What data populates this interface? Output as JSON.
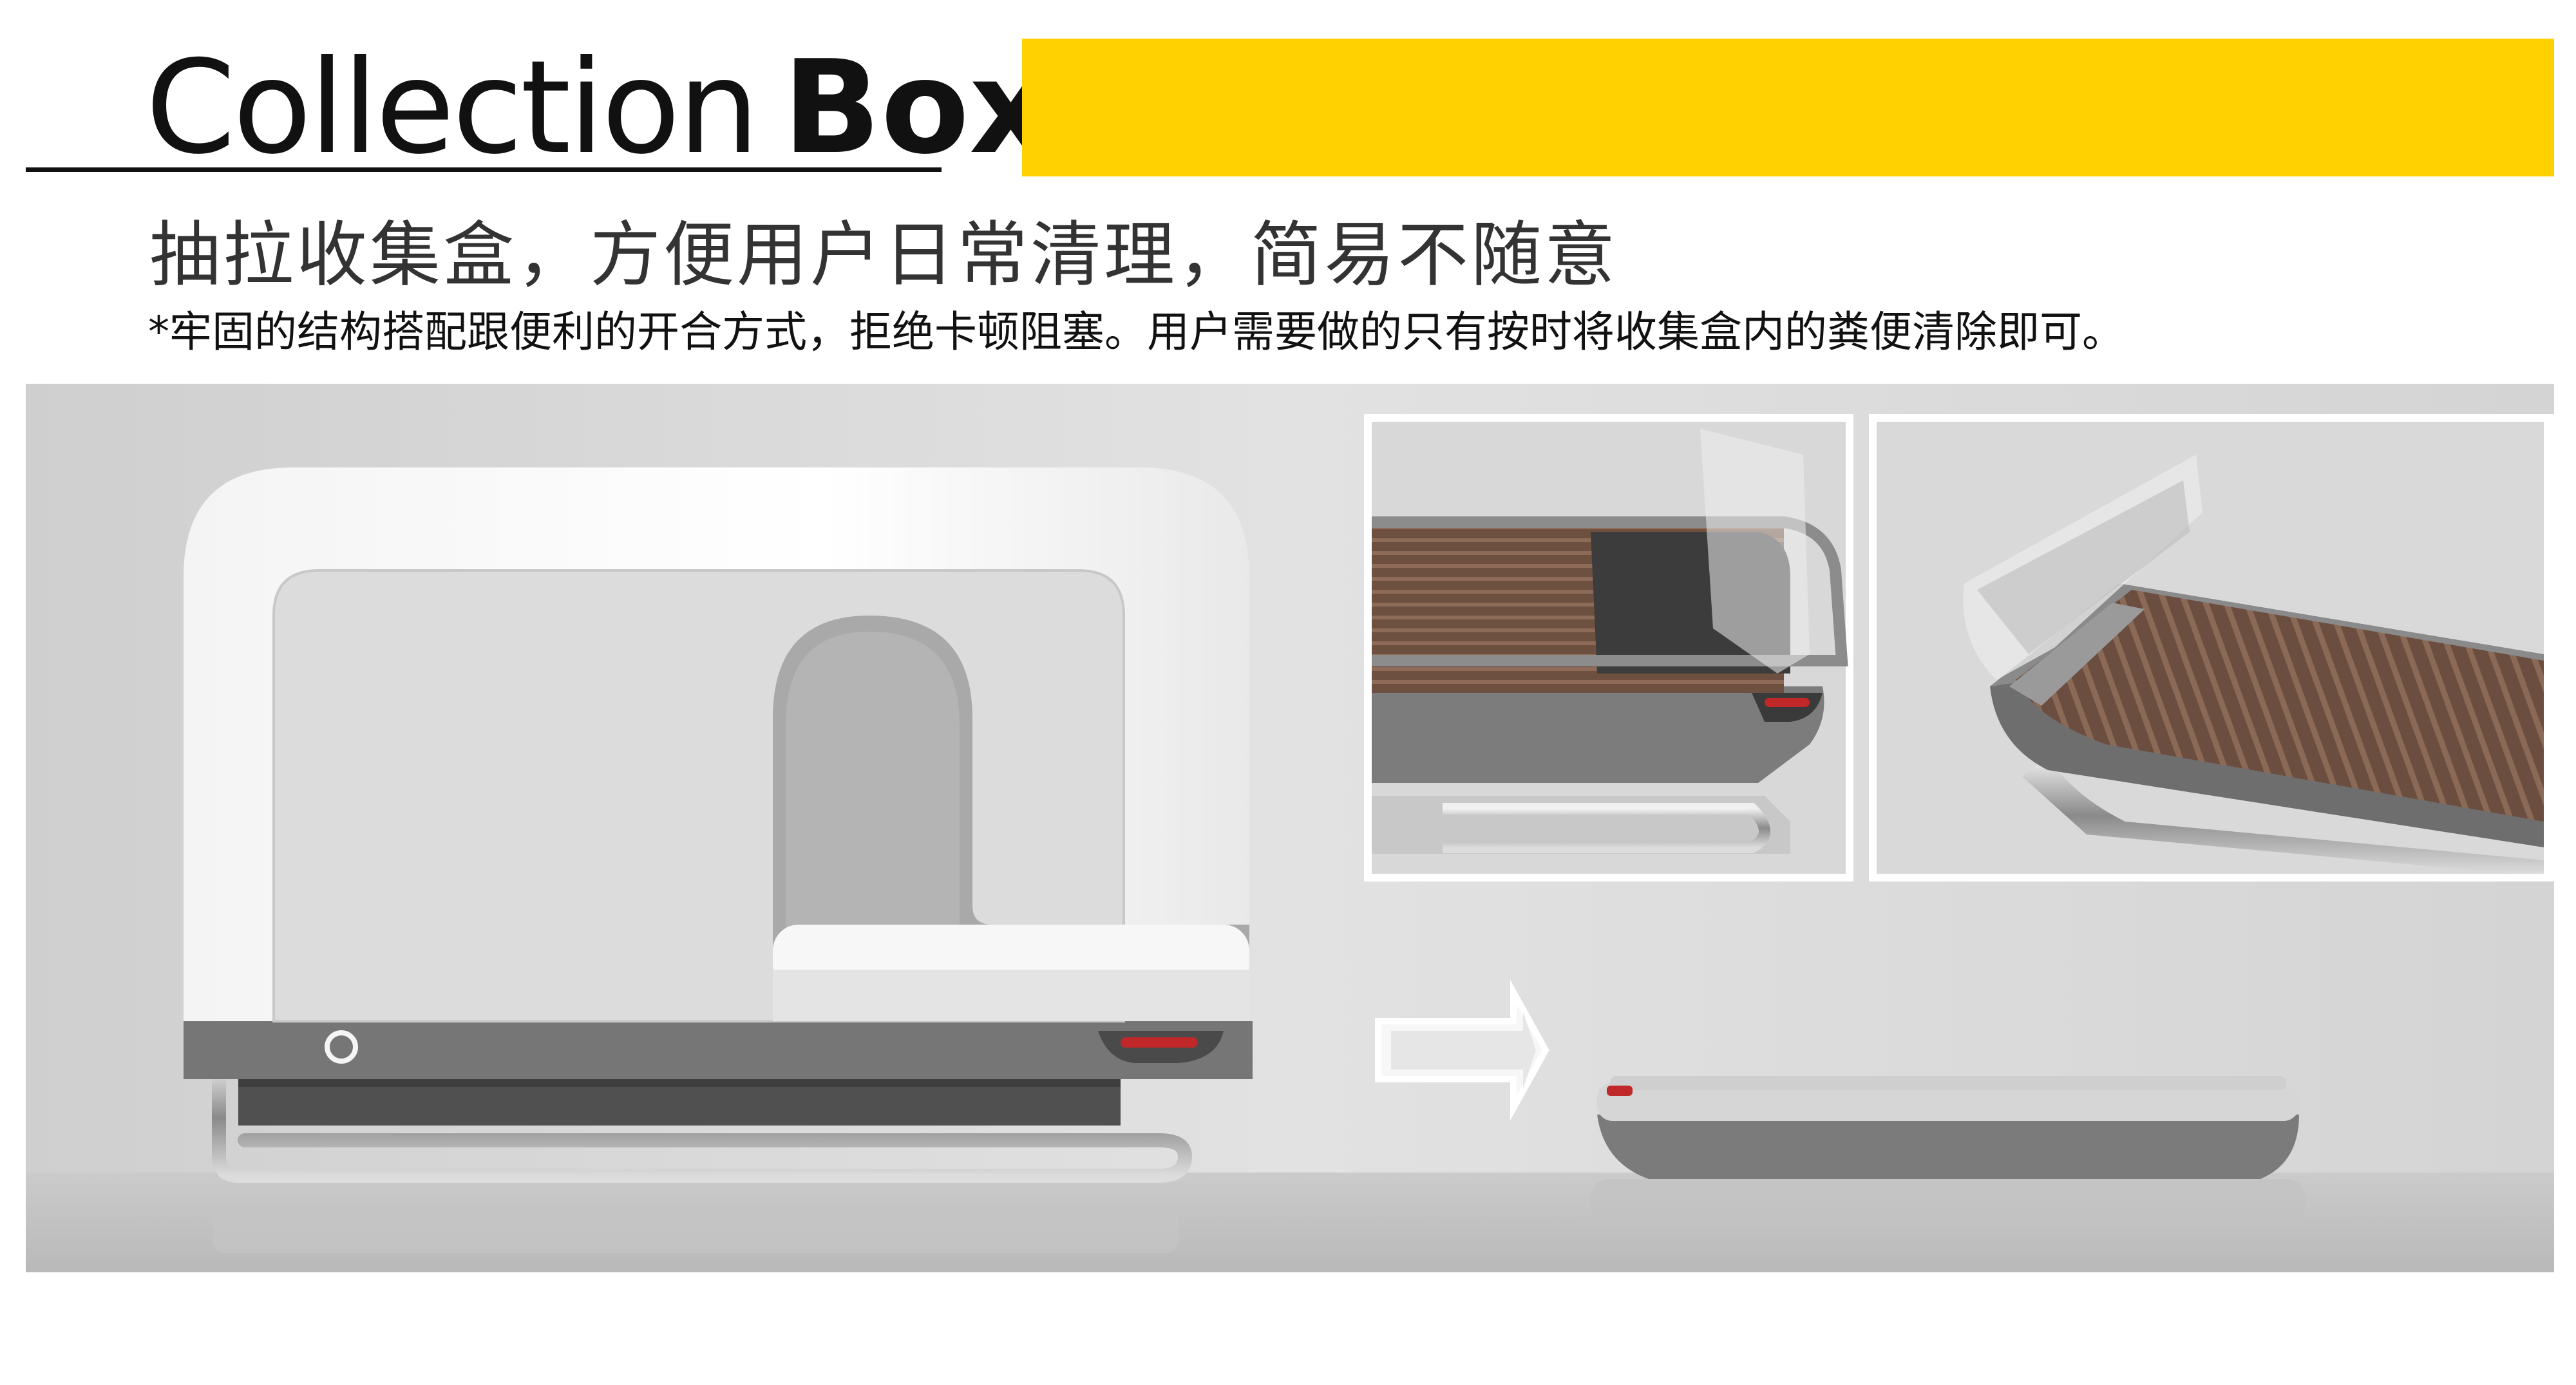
{
  "header": {
    "title_light": "Collection",
    "title_bold": "Box"
  },
  "headline": "抽拉收集盒，方便用户日常清理，简易不随意",
  "subtext": "*牢固的结构搭配跟便利的开合方式，拒绝卡顿阻塞。用户需要做的只有按时将收集盒内的粪便清除即可。",
  "colors": {
    "accent": "#FFD100",
    "title": "#111111",
    "background_gray": "#D9D9D9",
    "tray_body": "#7A7A7A",
    "indicator_red": "#C0282A"
  },
  "icons": [
    "arrow-right-icon",
    "power-button-icon"
  ]
}
